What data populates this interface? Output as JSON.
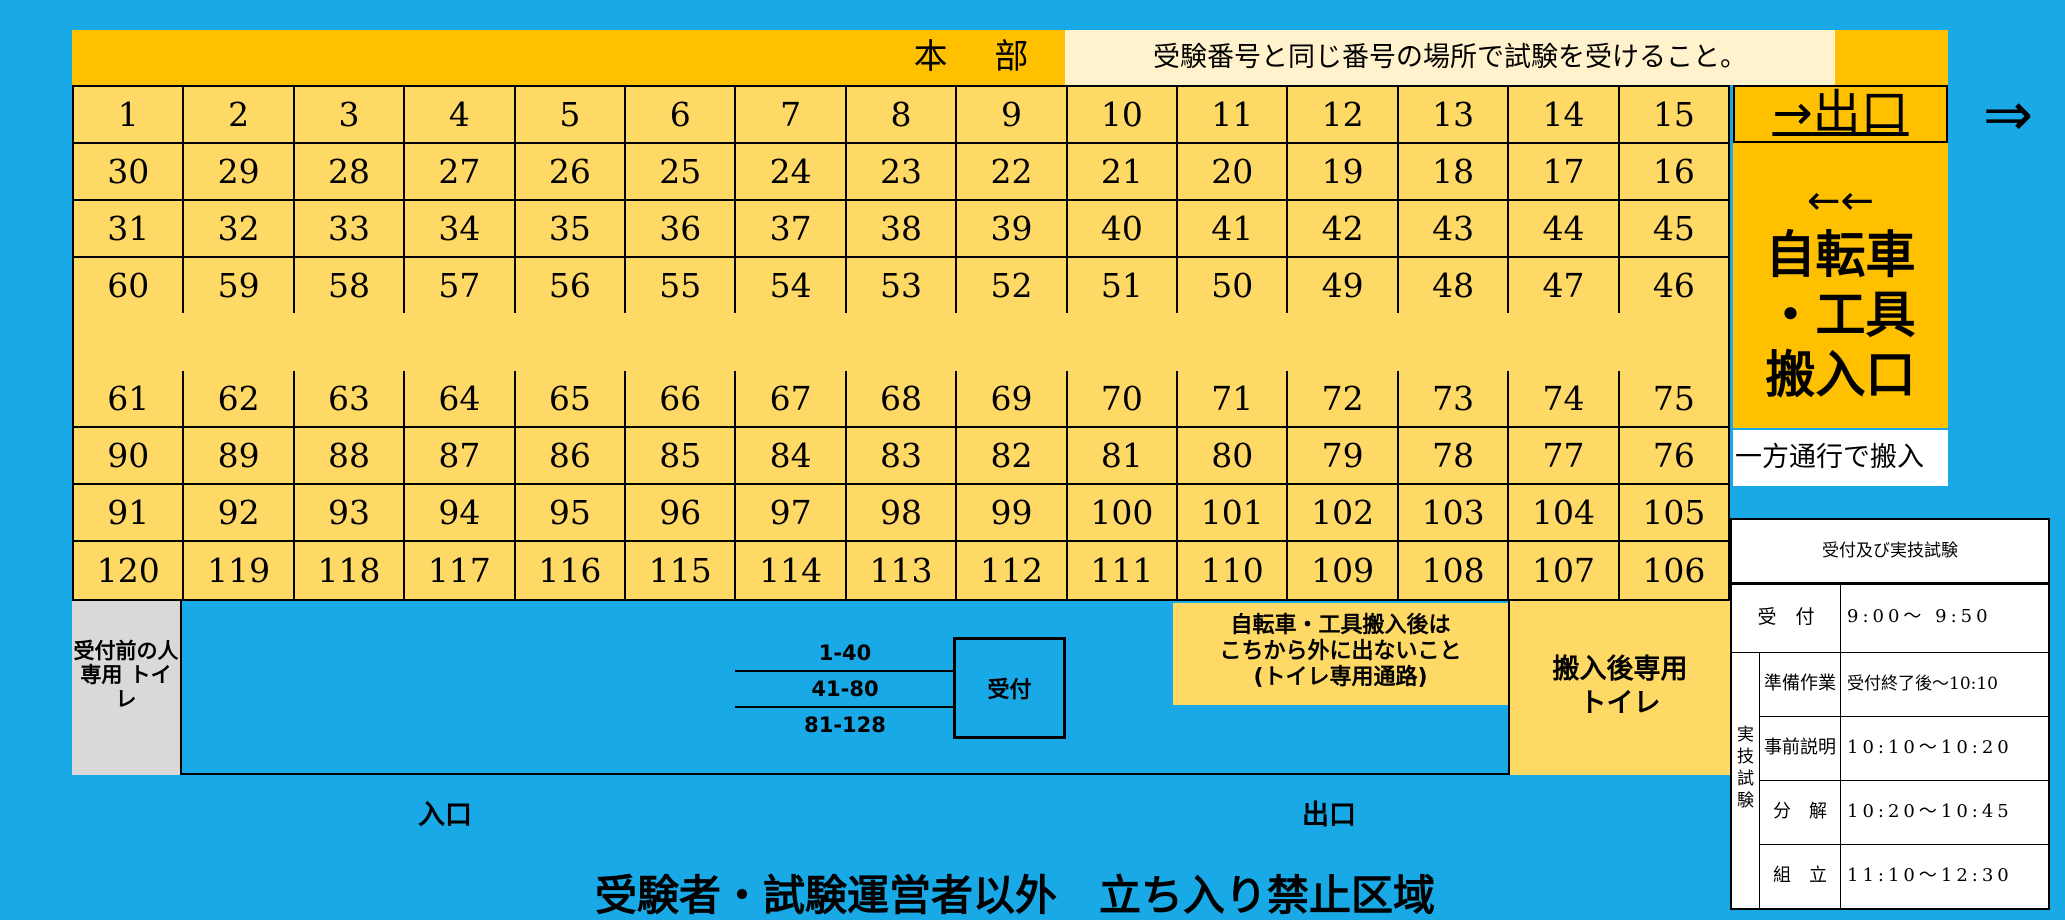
{
  "header": {
    "hq_label": "本 部",
    "notice": "受験番号と同じ番号の場所で試験を受けること。"
  },
  "seat_rows": [
    [
      "1",
      "2",
      "3",
      "4",
      "5",
      "6",
      "7",
      "8",
      "9",
      "10",
      "11",
      "12",
      "13",
      "14",
      "15"
    ],
    [
      "30",
      "29",
      "28",
      "27",
      "26",
      "25",
      "24",
      "23",
      "22",
      "21",
      "20",
      "19",
      "18",
      "17",
      "16"
    ],
    [
      "31",
      "32",
      "33",
      "34",
      "35",
      "36",
      "37",
      "38",
      "39",
      "40",
      "41",
      "42",
      "43",
      "44",
      "45"
    ],
    [
      "60",
      "59",
      "58",
      "57",
      "56",
      "55",
      "54",
      "53",
      "52",
      "51",
      "50",
      "49",
      "48",
      "47",
      "46"
    ],
    [
      "61",
      "62",
      "63",
      "64",
      "65",
      "66",
      "67",
      "68",
      "69",
      "70",
      "71",
      "72",
      "73",
      "74",
      "75"
    ],
    [
      "90",
      "89",
      "88",
      "87",
      "86",
      "85",
      "84",
      "83",
      "82",
      "81",
      "80",
      "79",
      "78",
      "77",
      "76"
    ],
    [
      "91",
      "92",
      "93",
      "94",
      "95",
      "96",
      "97",
      "98",
      "99",
      "100",
      "101",
      "102",
      "103",
      "104",
      "105"
    ],
    [
      "120",
      "119",
      "118",
      "117",
      "116",
      "115",
      "114",
      "113",
      "112",
      "111",
      "110",
      "109",
      "108",
      "107",
      "106"
    ]
  ],
  "right_panel": {
    "exit_arrow": "→",
    "exit_label": "出口",
    "exit_big_arrow": "⇒",
    "bike_arrows": "←←",
    "bike_line1": "自転車",
    "bike_line2": "・工具",
    "bike_line3": "搬入口",
    "one_way": "一方通行で搬入"
  },
  "bottom": {
    "toilet_before": "受付前の人専用 トイレ",
    "bike_note_line1": "自転車・工具搬入後は",
    "bike_note_line2": "こちから外に出ないこと",
    "bike_note_line3": "(トイレ専用通路)",
    "toilet_after_line1": "搬入後専用",
    "toilet_after_line2": "トイレ",
    "reception_ranges": [
      "1-40",
      "41-80",
      "81-128"
    ],
    "reception_label": "受付",
    "entrance": "入口",
    "exit": "出口",
    "restricted": "受験者・試験運営者以外　立ち入り禁止区域"
  },
  "schedule": {
    "title": "受付及び実技試験",
    "reception_label": "受　付",
    "reception_time": "9:00〜 9:50",
    "practical_label": "実技試験",
    "rows": [
      {
        "label": "準備作業",
        "time": "受付終了後〜10:10"
      },
      {
        "label": "事前説明",
        "time": "10:10〜10:20"
      },
      {
        "label": "分　解",
        "time": "10:20〜10:45"
      },
      {
        "label": "組　立",
        "time": "11:10〜12:30"
      }
    ]
  }
}
